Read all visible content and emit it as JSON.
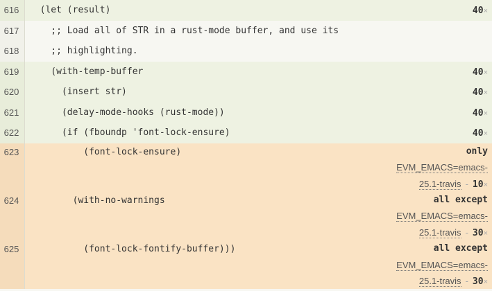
{
  "lines": [
    {
      "num": "616",
      "code": "  (let (result)",
      "count": "40"
    },
    {
      "num": "617",
      "code": "    ;; Load all of STR in a rust-mode buffer, and use its"
    },
    {
      "num": "618",
      "code": "    ;; highlighting."
    },
    {
      "num": "619",
      "code": "    (with-temp-buffer",
      "count": "40"
    },
    {
      "num": "620",
      "code": "      (insert str)",
      "count": "40"
    },
    {
      "num": "621",
      "code": "      (delay-mode-hooks (rust-mode))",
      "count": "40"
    },
    {
      "num": "622",
      "code": "      (if (fboundp 'font-lock-ensure)",
      "count": "40"
    },
    {
      "num": "623",
      "code": "          (font-lock-ensure)",
      "qualifier": "only",
      "env1": "EVM_EMACS=emacs-",
      "env2": "25.1-travis",
      "count": "10"
    },
    {
      "num": "624",
      "code": "        (with-no-warnings",
      "qualifier": "all except",
      "env1": "EVM_EMACS=emacs-",
      "env2": "25.1-travis",
      "count": "30"
    },
    {
      "num": "625",
      "code": "          (font-lock-fontify-buffer)))",
      "qualifier": "all except",
      "env1": "EVM_EMACS=emacs-",
      "env2": "25.1-travis",
      "count": "30"
    }
  ],
  "close_glyph": "×",
  "separator": "-",
  "colors": {
    "covered": "#eef2e2",
    "partial": "#fae3c4",
    "neutral": "#f7f7f2"
  }
}
